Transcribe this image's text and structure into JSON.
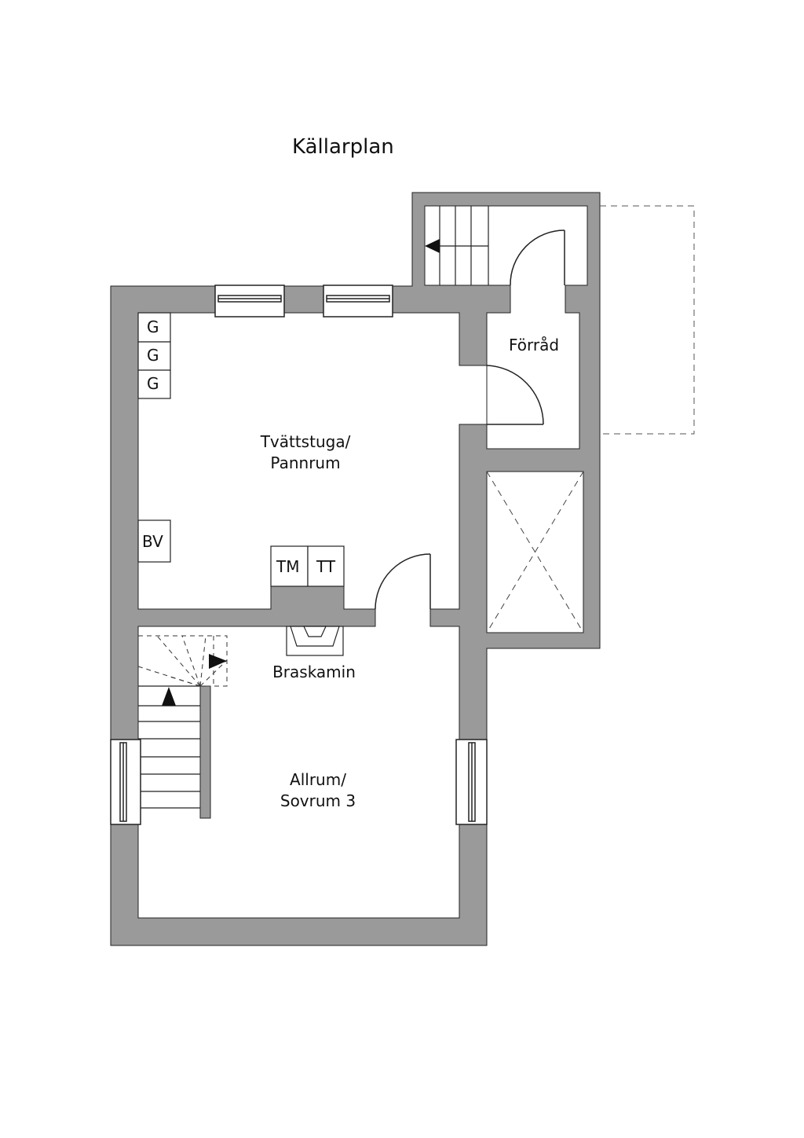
{
  "title": "Källarplan",
  "rooms": {
    "tvattstuga": {
      "line1": "Tvättstuga/",
      "line2": "Pannrum"
    },
    "forrad": "Förråd",
    "allrum": {
      "line1": "Allrum/",
      "line2": "Sovrum 3"
    },
    "braskamin": "Braskamin"
  },
  "fixtures": {
    "g": [
      "G",
      "G",
      "G"
    ],
    "bv": "BV",
    "tm": "TM",
    "tt": "TT"
  },
  "colors": {
    "wall": "#9a9a9a",
    "line": "#1a1a1a"
  }
}
